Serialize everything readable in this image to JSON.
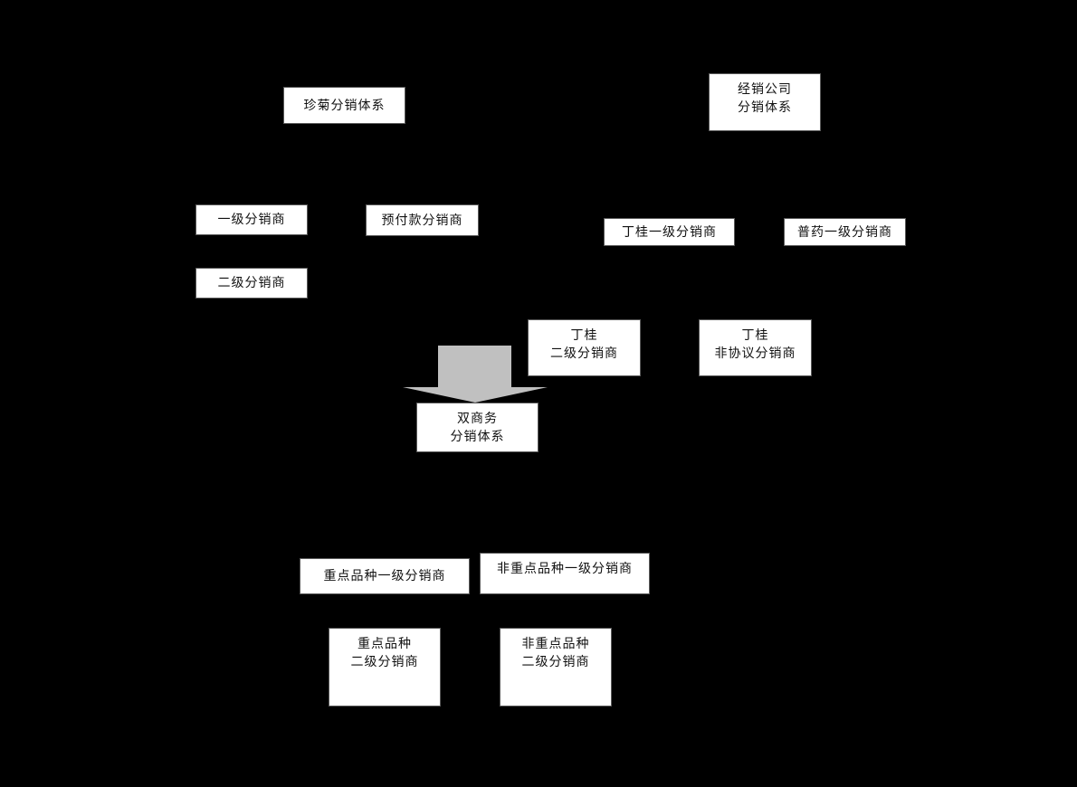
{
  "diagram": {
    "background": "#000000",
    "node_fill": "#ffffff",
    "node_border": "#5a5a5a",
    "arrow_color": "#c0c0c0",
    "nodes": {
      "zhenju_system": {
        "lines": [
          "珍菊分销体系"
        ]
      },
      "zhenju_level1": {
        "lines": [
          "一级分销商"
        ]
      },
      "zhenju_prepaid": {
        "lines": [
          "预付款分销商"
        ]
      },
      "zhenju_level2": {
        "lines": [
          "二级分销商"
        ]
      },
      "dealer_system": {
        "lines": [
          "经销公司",
          "分销体系"
        ]
      },
      "dinggui_level1": {
        "lines": [
          "丁桂一级分销商"
        ]
      },
      "puyao_level1": {
        "lines": [
          "普药一级分销商"
        ]
      },
      "dinggui_level2": {
        "lines": [
          "丁桂",
          "二级分销商"
        ]
      },
      "dinggui_nonagreement": {
        "lines": [
          "丁桂",
          "非协议分销商"
        ]
      },
      "dual_business_system": {
        "lines": [
          "双商务",
          "分销体系"
        ]
      },
      "key_level1": {
        "lines": [
          "重点品种一级分销商"
        ]
      },
      "nonkey_level1": {
        "lines": [
          "非重点品种一级分销商"
        ]
      },
      "key_level2": {
        "lines": [
          "重点品种",
          "二级分销商"
        ]
      },
      "nonkey_level2": {
        "lines": [
          "非重点品种",
          "二级分销商"
        ]
      }
    },
    "arrow": {
      "direction": "down",
      "icon": "merge-arrow-down-icon"
    }
  }
}
